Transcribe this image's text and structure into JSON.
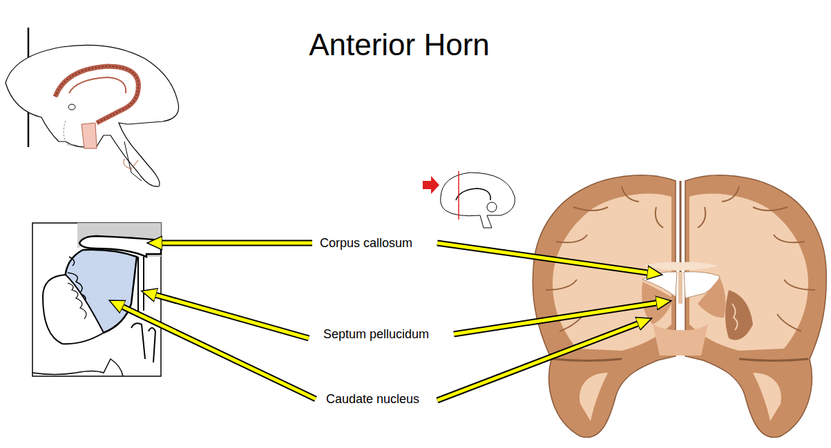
{
  "diagram": {
    "title": "Anterior Horn",
    "labels": [
      "Corpus callosum",
      "Septum pellucidum",
      "Caudate nucleus"
    ]
  }
}
